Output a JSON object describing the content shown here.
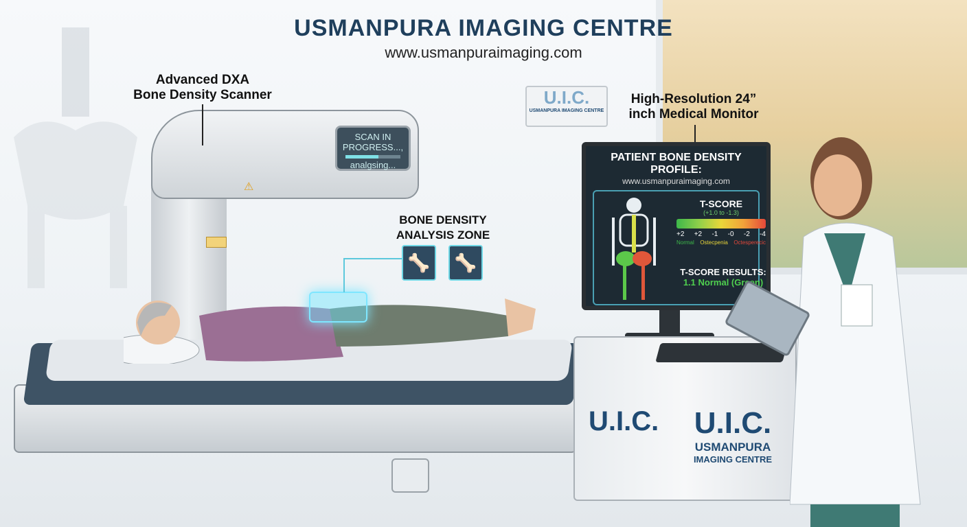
{
  "header": {
    "title": "USMANPURA IMAGING CENTRE",
    "url": "www.usmanpuraimaging.com"
  },
  "callouts": {
    "scanner": "Advanced DXA\nBone Density Scanner",
    "monitor": "High-Resolution 24”\ninch Medical Monitor",
    "zone": "BONE DENSITY\nANALYSIS ZONE"
  },
  "scanner_screen": {
    "line1": "SCAN IN",
    "line2": "PROGRESS...,",
    "status": "analgsing...",
    "progress_percent": 60
  },
  "wall_sign": {
    "logo": "U.I.C.",
    "name": "USMANPURA IMAGING CENTRE"
  },
  "monitor": {
    "title": "PATIENT BONE DENSITY PROFILE:",
    "url": "www.usmanpuraimaging.com",
    "tscore_label": "T-SCORE",
    "tscore_range": "(+1.0 to -1.3)",
    "ticks": [
      "+2",
      "+2",
      "-1",
      "-0",
      "-2",
      "-4"
    ],
    "categories": [
      {
        "label": "Normal",
        "color": "#3eb84a"
      },
      {
        "label": "Ostecpenia",
        "color": "#e9d63a"
      },
      {
        "label": "Octesperecic",
        "color": "#e4483a"
      }
    ],
    "results_label": "T-SCORE RESULTS:",
    "result": "1.1 Normal (Green)"
  },
  "cart": {
    "logo": "U.I.C.",
    "name_line1": "USMANPURA",
    "name_line2": "IMAGING CENTRE"
  },
  "colors": {
    "brand": "#1f3f5c",
    "accent": "#6fd8e6",
    "normal": "#3eb84a"
  }
}
